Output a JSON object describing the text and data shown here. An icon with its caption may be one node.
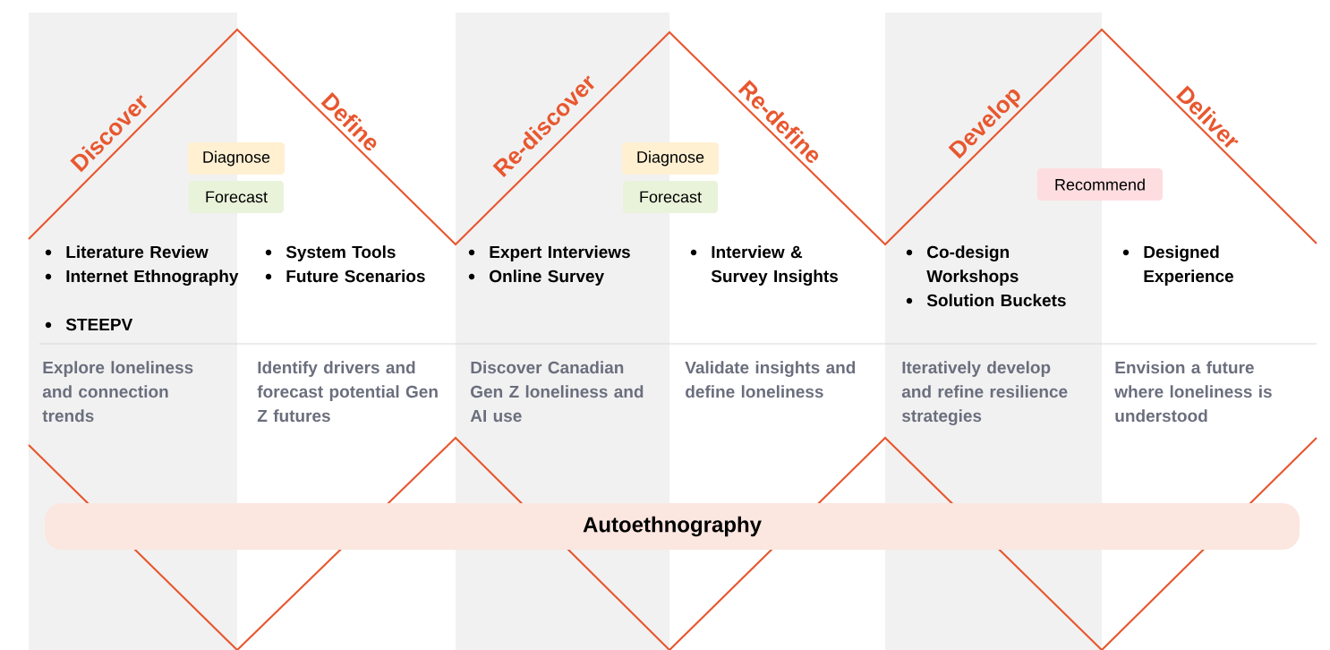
{
  "diagram": {
    "nodes": [
      {
        "text": [
          "Diagnose"
        ]
      },
      {
        "text": [
          "Forecast"
        ]
      },
      {
        "text": [
          "Diagnose"
        ]
      },
      {
        "text": [
          "Forecast"
        ]
      },
      {
        "text": [
          "Recommend"
        ]
      },
      {
        "text": [
          "Autoethnography"
        ]
      }
    ],
    "labels": [
      "Discover",
      "Define",
      "Re-discover",
      "Re-define",
      "Develop",
      "Deliver",
      "Literature Review",
      "Internet Ethnography",
      "STEEPV",
      "System Tools",
      "Future Scenarios",
      "Expert Interviews",
      "Online Survey",
      "Interview & Survey Insights",
      "Co-design Workshops",
      "Solution Buckets",
      "Designed Experience",
      "Explore loneliness and connection trends",
      "Identify drivers and forecast potential Gen Z futures",
      "Discover Canadian Gen Z loneliness and AI use",
      "Validate insights and define loneliness",
      "Iteratively develop and refine resilience strategies",
      "Envision a future where loneliness is understood"
    ]
  }
}
